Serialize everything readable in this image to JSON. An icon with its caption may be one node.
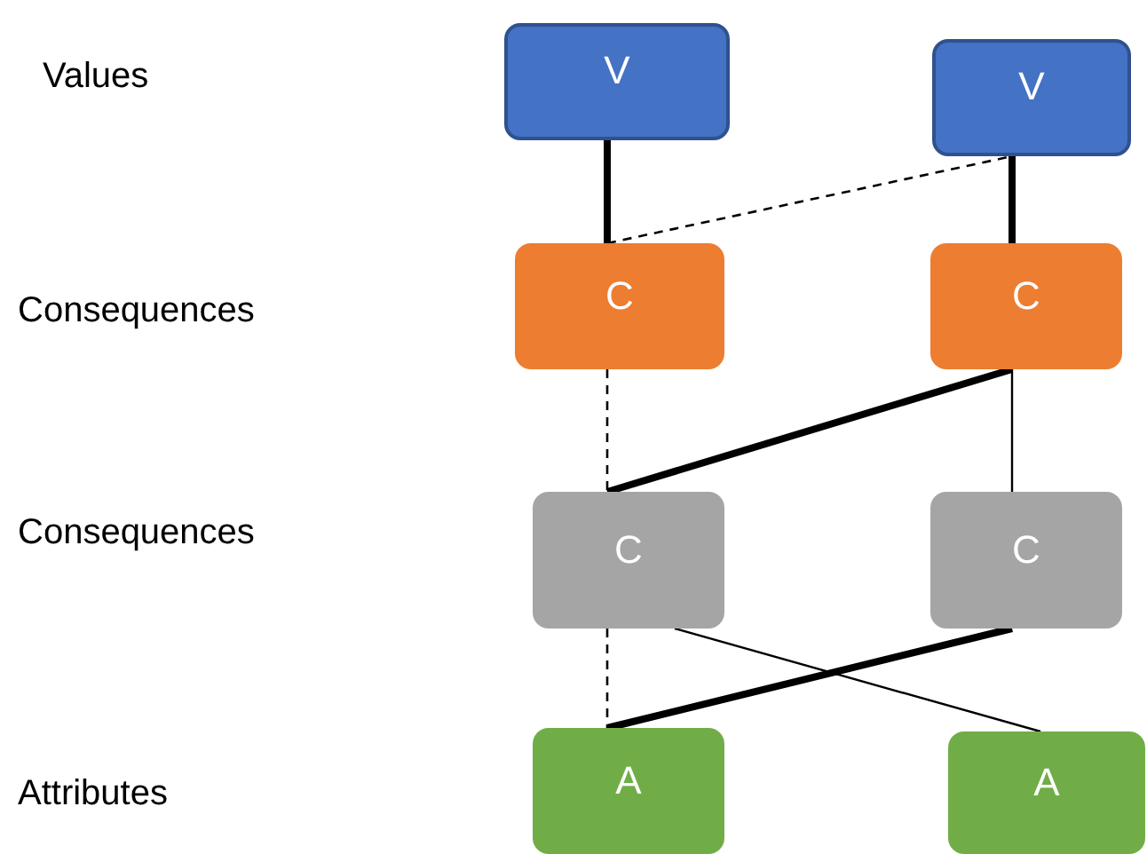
{
  "diagram": {
    "nodes": [
      {
        "text": [
          "V"
        ]
      },
      {
        "text": [
          "V"
        ]
      },
      {
        "text": [
          "C"
        ]
      },
      {
        "text": [
          "C"
        ]
      },
      {
        "text": [
          "C"
        ]
      },
      {
        "text": [
          "C"
        ]
      },
      {
        "text": [
          "A"
        ]
      },
      {
        "text": [
          "A"
        ]
      }
    ],
    "edges": [
      {
        "from": 0,
        "to": 2,
        "arrow": "none",
        "style": "thick"
      },
      {
        "from": 2,
        "to": 1,
        "arrow": "none",
        "style": "dashed"
      },
      {
        "from": 1,
        "to": 3,
        "arrow": "none",
        "style": "thick"
      },
      {
        "from": 2,
        "to": 4,
        "arrow": "none",
        "style": "dashed"
      },
      {
        "from": 3,
        "to": 4,
        "arrow": "none",
        "style": "thick"
      },
      {
        "from": 3,
        "to": 5,
        "arrow": "none"
      },
      {
        "from": 4,
        "to": 6,
        "arrow": "none",
        "style": "dashed"
      },
      {
        "from": 5,
        "to": 6,
        "arrow": "none",
        "style": "thick"
      },
      {
        "from": 4,
        "to": 7,
        "arrow": "none"
      }
    ],
    "labels": [
      "Values",
      "Consequences",
      "Consequences",
      "Attributes"
    ]
  }
}
